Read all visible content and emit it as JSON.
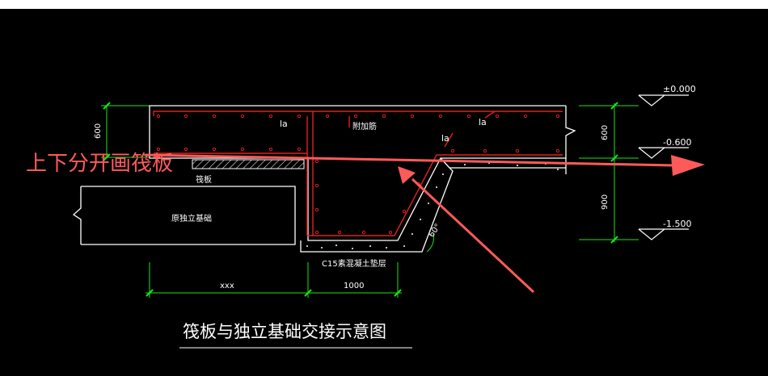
{
  "annotation": {
    "text": "上下分开画筏板",
    "color": "#ff5a5a"
  },
  "labels": {
    "la_1": "la",
    "la_2": "la",
    "la_3": "la",
    "rebar_note": "附加筋",
    "raft": "筏板",
    "original_footing": "原独立基础",
    "cushion": "C15素混凝土垫层",
    "angle": "60°"
  },
  "dimensions": {
    "left_height": "600",
    "right_600": "600",
    "right_900": "900",
    "bottom_xxx": "xxx",
    "bottom_1000": "1000"
  },
  "elevations": {
    "top": "±0.000",
    "mid": "-0.600",
    "bottom": "-1.500"
  },
  "title": "筏板与独立基础交接示意图",
  "colors": {
    "background": "#000000",
    "concrete": "#ffffff",
    "rebar": "#e02020",
    "dimension": "#19e619",
    "annotation": "#ff5a5a"
  }
}
